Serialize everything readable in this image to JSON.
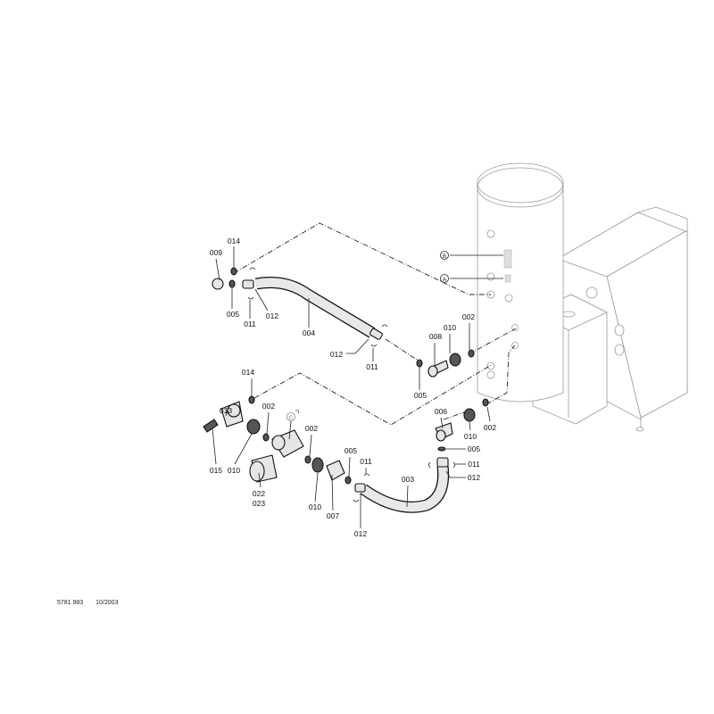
{
  "diagram": {
    "callouts": {
      "B": "B",
      "A": "A",
      "C": "C",
      "c_note": "*1"
    },
    "top_labels": [
      "009",
      "014",
      "005",
      "011",
      "012",
      "004",
      "012",
      "011",
      "005",
      "008",
      "010",
      "002"
    ],
    "bottom_labels": [
      "014",
      "013",
      "015",
      "010",
      "002",
      "002",
      "005",
      "011",
      "010",
      "007",
      "003",
      "012",
      "022",
      "023",
      "006",
      "010",
      "002",
      "005",
      "011",
      "012"
    ]
  },
  "footer": {
    "doc_number": "5781 983",
    "date": "10/2003"
  }
}
